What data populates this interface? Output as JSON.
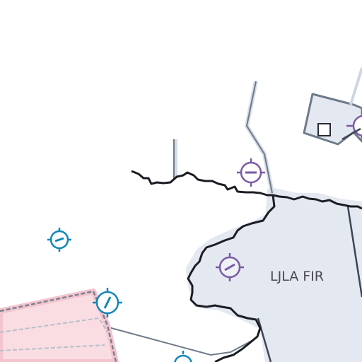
{
  "map": {
    "fir_label": "LJLA FIR",
    "colors": {
      "background": "#ffffff",
      "fir_area_fill": "#e4e9f1",
      "fir_area_edge": "#cfd6e2",
      "border_line": "#1c1c24",
      "airspace_line": "#6f7b8a",
      "restricted_fill": "#f9dde3",
      "restricted_edge": "#8a93a0",
      "vor_purple": "#7a5aa6",
      "vor_blue": "#1286b8"
    },
    "markers": [
      {
        "name": "navaid-marker-north",
        "color": "purple"
      },
      {
        "name": "navaid-marker-fir",
        "color": "purple"
      },
      {
        "name": "navaid-marker-west",
        "color": "blue"
      },
      {
        "name": "navaid-marker-southwest",
        "color": "blue"
      },
      {
        "name": "navaid-marker-south",
        "color": "blue"
      },
      {
        "name": "navaid-marker-northeast",
        "color": "purple"
      }
    ],
    "icons": [
      "vor-icon",
      "square-waypoint-icon"
    ]
  }
}
